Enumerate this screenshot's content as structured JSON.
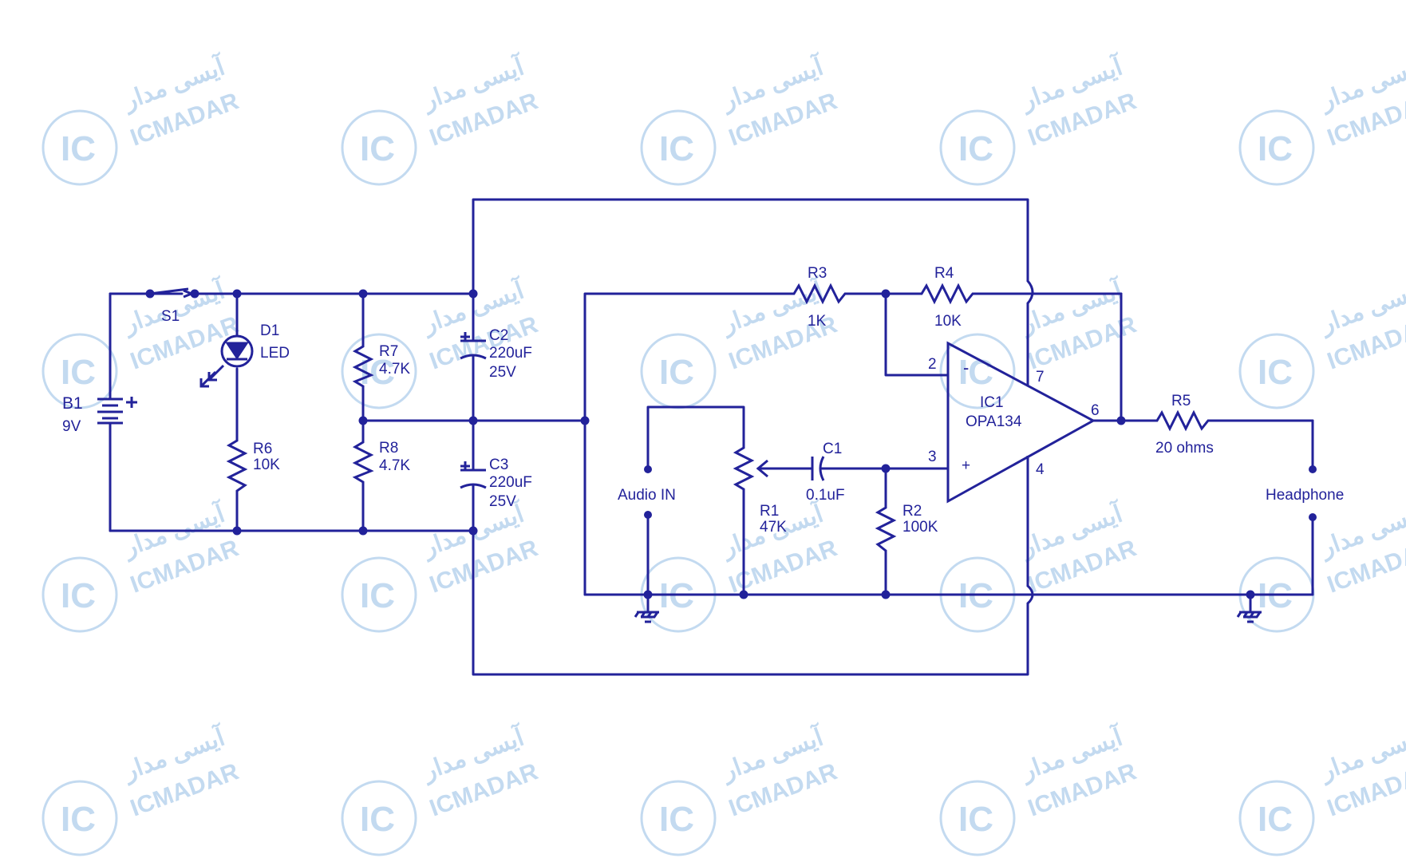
{
  "colors": {
    "wire": "#22229a",
    "watermark": "#b9d4ee"
  },
  "watermark": {
    "latin": "ICMADAR",
    "persian": "آیسی مدار",
    "logo": "IC"
  },
  "components": {
    "b1": {
      "ref": "B1",
      "value": "9V"
    },
    "s1": {
      "ref": "S1"
    },
    "d1": {
      "ref": "D1",
      "value": "LED"
    },
    "r6": {
      "ref": "R6",
      "value": "10K"
    },
    "r7": {
      "ref": "R7",
      "value": "4.7K"
    },
    "r8": {
      "ref": "R8",
      "value": "4.7K"
    },
    "c2": {
      "ref": "C2",
      "value": "220uF",
      "voltage": "25V"
    },
    "c3": {
      "ref": "C3",
      "value": "220uF",
      "voltage": "25V"
    },
    "r3": {
      "ref": "R3",
      "value": "1K"
    },
    "r4": {
      "ref": "R4",
      "value": "10K"
    },
    "r1": {
      "ref": "R1",
      "value": "47K"
    },
    "r2": {
      "ref": "R2",
      "value": "100K"
    },
    "c1": {
      "ref": "C1",
      "value": "0.1uF"
    },
    "ic1": {
      "ref": "IC1",
      "value": "OPA134",
      "pins": {
        "inv": "2",
        "noninv": "3",
        "vplus": "7",
        "vminus": "4",
        "out": "6"
      },
      "inv_sign": "-",
      "noninv_sign": "+"
    },
    "r5": {
      "ref": "R5",
      "value": "20 ohms"
    },
    "audio_in": {
      "label": "Audio IN"
    },
    "headphone": {
      "label": "Headphone"
    }
  }
}
